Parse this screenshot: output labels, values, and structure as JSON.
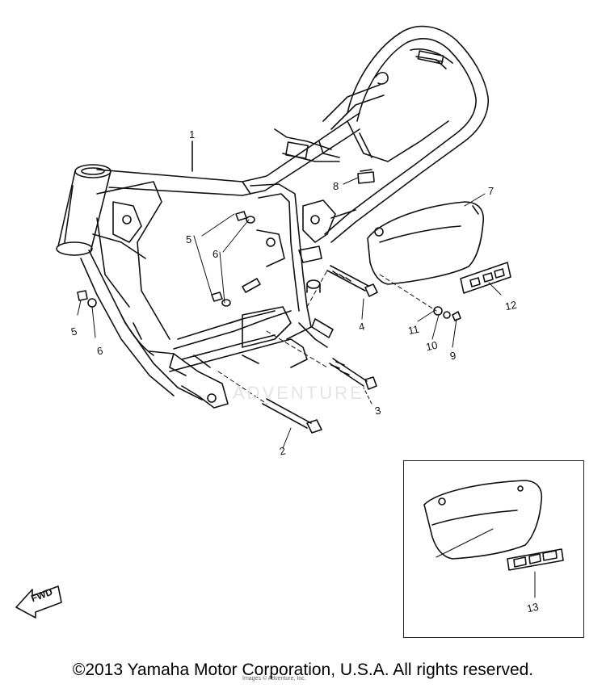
{
  "callouts": [
    {
      "id": "1",
      "text": "1"
    },
    {
      "id": "2",
      "text": "2"
    },
    {
      "id": "3",
      "text": "3"
    },
    {
      "id": "4",
      "text": "4"
    },
    {
      "id": "5a",
      "text": "5"
    },
    {
      "id": "6a",
      "text": "6"
    },
    {
      "id": "5b",
      "text": "5"
    },
    {
      "id": "6b",
      "text": "6"
    },
    {
      "id": "7",
      "text": "7"
    },
    {
      "id": "8",
      "text": "8"
    },
    {
      "id": "9",
      "text": "9"
    },
    {
      "id": "10",
      "text": "10"
    },
    {
      "id": "11",
      "text": "11"
    },
    {
      "id": "12",
      "text": "12"
    },
    {
      "id": "13",
      "text": "13"
    }
  ],
  "fwd": "FWD",
  "watermark": "ADVENTURE",
  "credit_small": "Images © Adventure, Inc.",
  "copyright": "©2013 Yamaha Motor Corporation, U.S.A. All rights reserved."
}
